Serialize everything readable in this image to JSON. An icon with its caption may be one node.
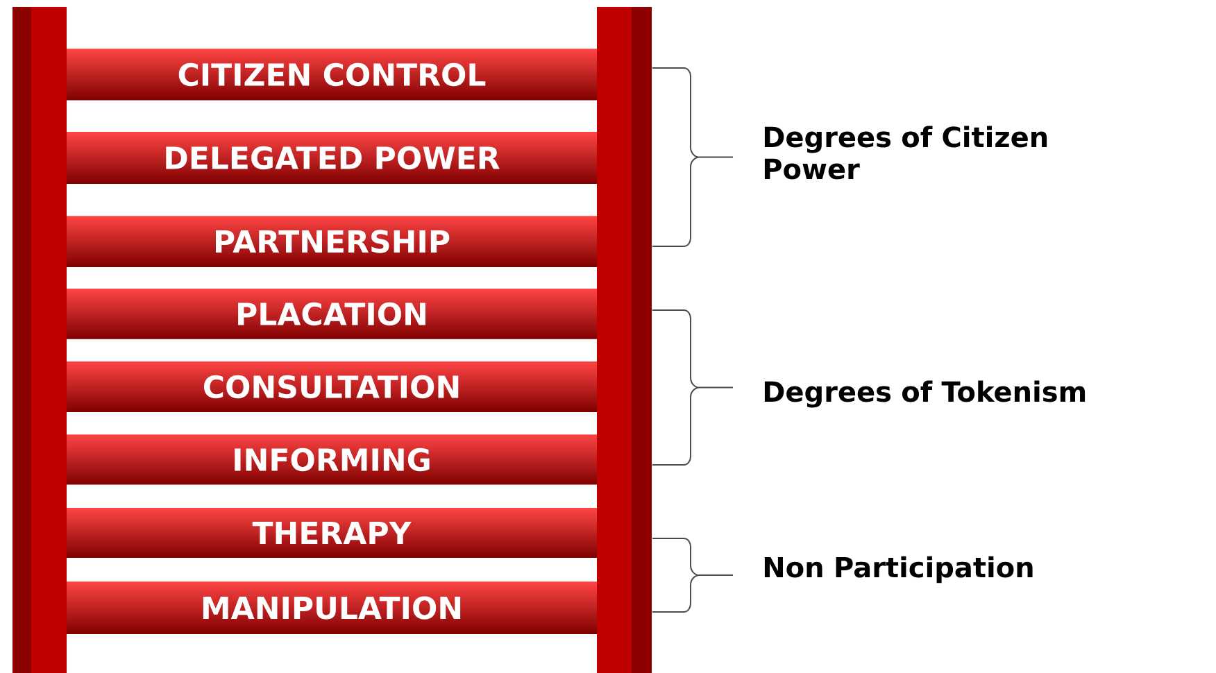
{
  "diagram": {
    "nodes": [
      {
        "text": [
          "CITIZEN CONTROL"
        ]
      },
      {
        "text": [
          "DELEGATED POWER"
        ]
      },
      {
        "text": [
          "PARTNERSHIP"
        ]
      },
      {
        "text": [
          "PLACATION"
        ]
      },
      {
        "text": [
          "CONSULTATION"
        ]
      },
      {
        "text": [
          "INFORMING"
        ]
      },
      {
        "text": [
          "THERAPY"
        ]
      },
      {
        "text": [
          "MANIPULATION"
        ]
      }
    ],
    "labels": [
      "Degrees of Citizen Power",
      "Degrees of Tokenism",
      "Non Participation"
    ]
  }
}
